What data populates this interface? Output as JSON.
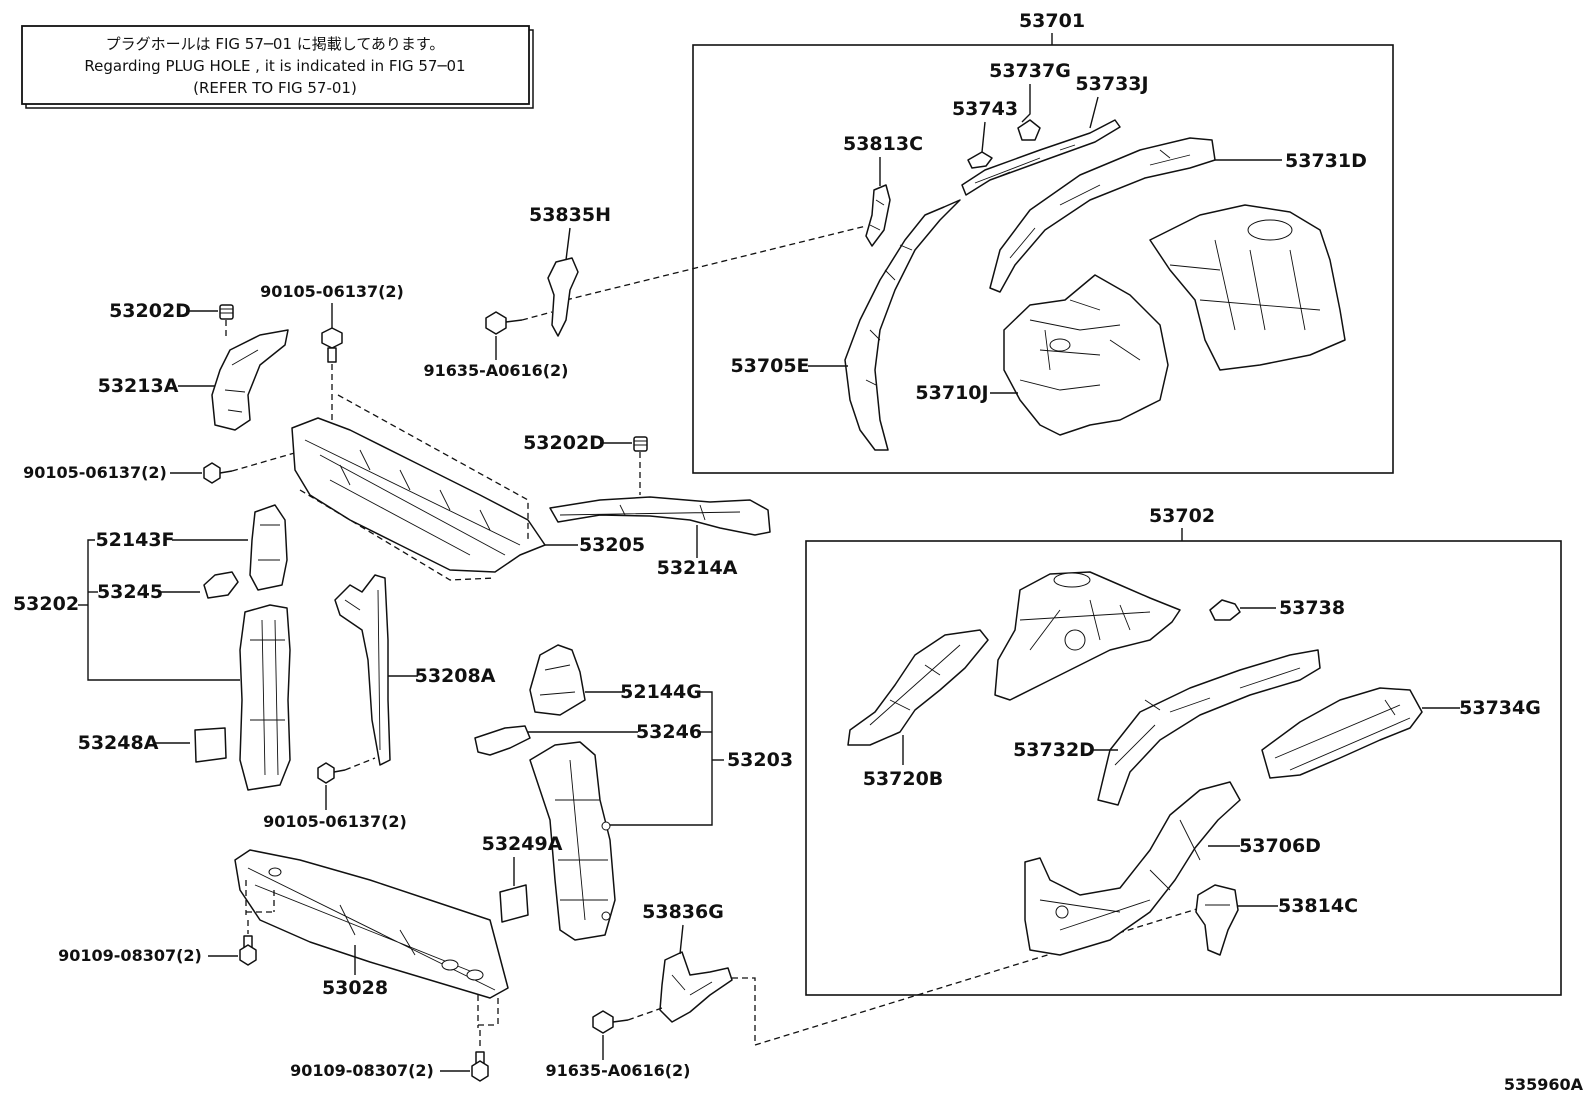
{
  "note": {
    "line1": "プラグホールは FIG 57─01 に掲載してあります。",
    "line2": "Regarding  PLUG  HOLE , it is indicated in FIG 57─01",
    "line3": "(REFER TO FIG 57-01)"
  },
  "groups": {
    "g53701": "53701",
    "g53702": "53702",
    "g53202": "53202",
    "g53203": "53203"
  },
  "labels": {
    "p53737G": "53737G",
    "p53733J": "53733J",
    "p53743": "53743",
    "p53813C": "53813C",
    "p53731D": "53731D",
    "p53705E": "53705E",
    "p53710J": "53710J",
    "p53835H": "53835H",
    "p91635a": "91635-A0616(2)",
    "p90105a": "90105-06137(2)",
    "p53202Da": "53202D",
    "p53213A": "53213A",
    "p90105b": "90105-06137(2)",
    "p53202Db": "53202D",
    "p53205": "53205",
    "p53214A": "53214A",
    "p52143F": "52143F",
    "p53245": "53245",
    "p53208A": "53208A",
    "p53248A": "53248A",
    "p90105c": "90105-06137(2)",
    "p52144G": "52144G",
    "p53246": "53246",
    "p53249A": "53249A",
    "p53028": "53028",
    "p90109a": "90109-08307(2)",
    "p90109b": "90109-08307(2)",
    "p53836G": "53836G",
    "p91635b": "91635-A0616(2)",
    "p53738": "53738",
    "p53734G": "53734G",
    "p53720B": "53720B",
    "p53732D": "53732D",
    "p53706D": "53706D",
    "p53814C": "53814C"
  },
  "figure_id": "535960A"
}
